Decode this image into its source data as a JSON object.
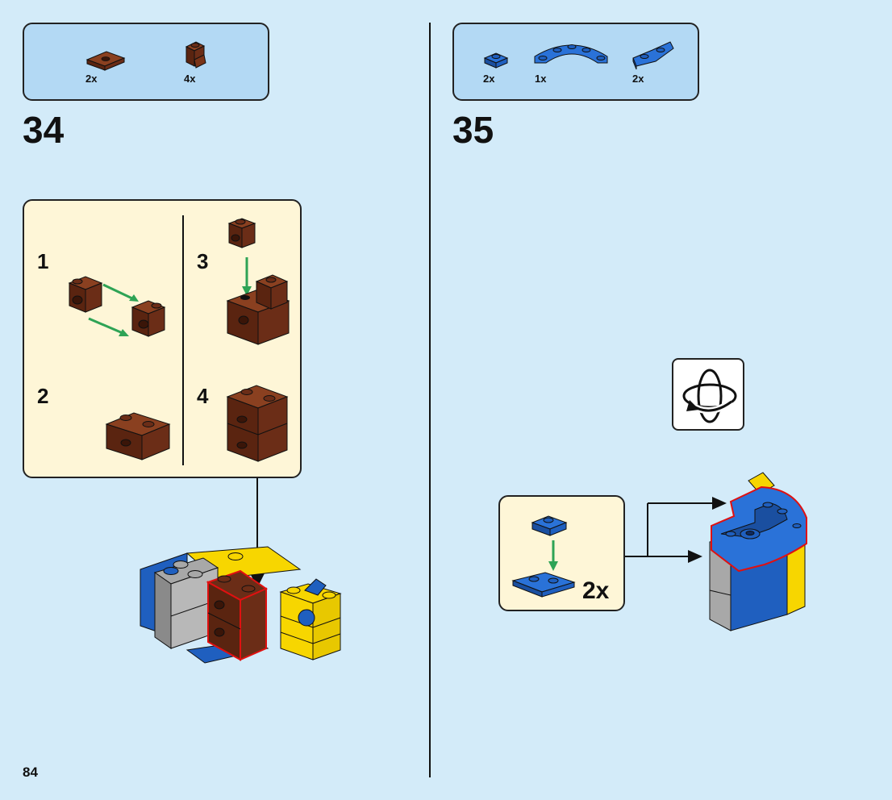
{
  "page": {
    "number": "84"
  },
  "steps": [
    {
      "number": "34",
      "parts": [
        {
          "name": "brown plate 1x2 with door rail",
          "qty": "2x",
          "icon": "brown-plate-icon"
        },
        {
          "name": "brown bracket brick 1x1",
          "qty": "4x",
          "icon": "brown-bracket-icon"
        }
      ],
      "substeps": [
        {
          "number": "1"
        },
        {
          "number": "2"
        },
        {
          "number": "3"
        },
        {
          "number": "4"
        }
      ]
    },
    {
      "number": "35",
      "parts": [
        {
          "name": "blue plate 1x1",
          "qty": "2x",
          "icon": "blue-plate-icon"
        },
        {
          "name": "blue curved plate",
          "qty": "1x",
          "icon": "blue-arc-plate-icon"
        },
        {
          "name": "blue wedge plate",
          "qty": "2x",
          "icon": "blue-wedge-plate-icon"
        }
      ],
      "callout": {
        "qty": "2x"
      }
    }
  ],
  "colors": {
    "background": "#d3ebf9",
    "parts_box": "#b3d9f4",
    "substep_box": "#fef6d7",
    "brick_brown": "#6b2d17",
    "brick_blue": "#1f5fbf",
    "brick_yellow": "#f7d600",
    "brick_gray": "#a8a8a8",
    "arrow_green": "#2ea355",
    "highlight_red": "#e01010"
  }
}
